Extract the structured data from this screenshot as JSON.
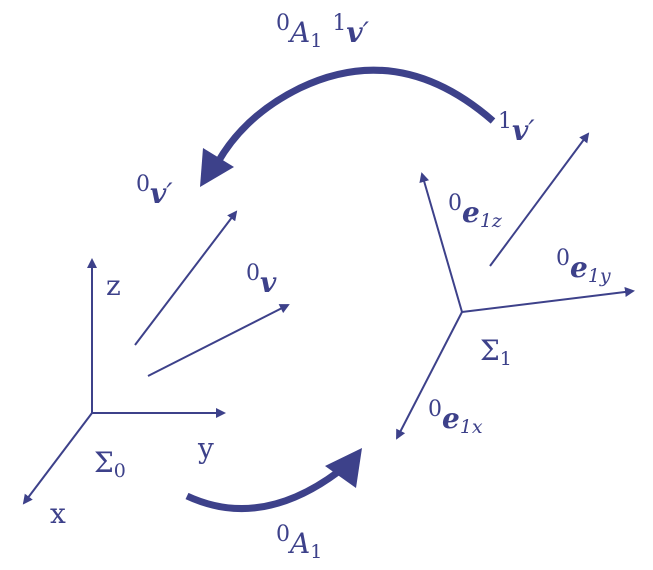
{
  "color": "#3d418a",
  "frame0": {
    "z_label": "z",
    "y_label": "y",
    "x_label": "x",
    "name": {
      "base": "Σ",
      "sub": "0"
    }
  },
  "frame1": {
    "name": {
      "base": "Σ",
      "sub": "1"
    },
    "e1z": {
      "sup": "0",
      "base": "e",
      "sub": "1z"
    },
    "e1y": {
      "sup": "0",
      "base": "e",
      "sub": "1y"
    },
    "e1x": {
      "sup": "0",
      "base": "e",
      "sub": "1x"
    }
  },
  "vectors": {
    "v0": {
      "sup": "0",
      "base": "v"
    },
    "v0prime": {
      "sup": "0",
      "base": "v",
      "prime": "′"
    },
    "v1prime": {
      "sup": "1",
      "base": "v",
      "prime": "′"
    }
  },
  "transform_top": {
    "sup": "0",
    "base": "A",
    "sub": "1",
    "sup2": "1",
    "base2": "v",
    "prime": "′"
  },
  "transform_bottom": {
    "sup": "0",
    "base": "A",
    "sub": "1"
  }
}
